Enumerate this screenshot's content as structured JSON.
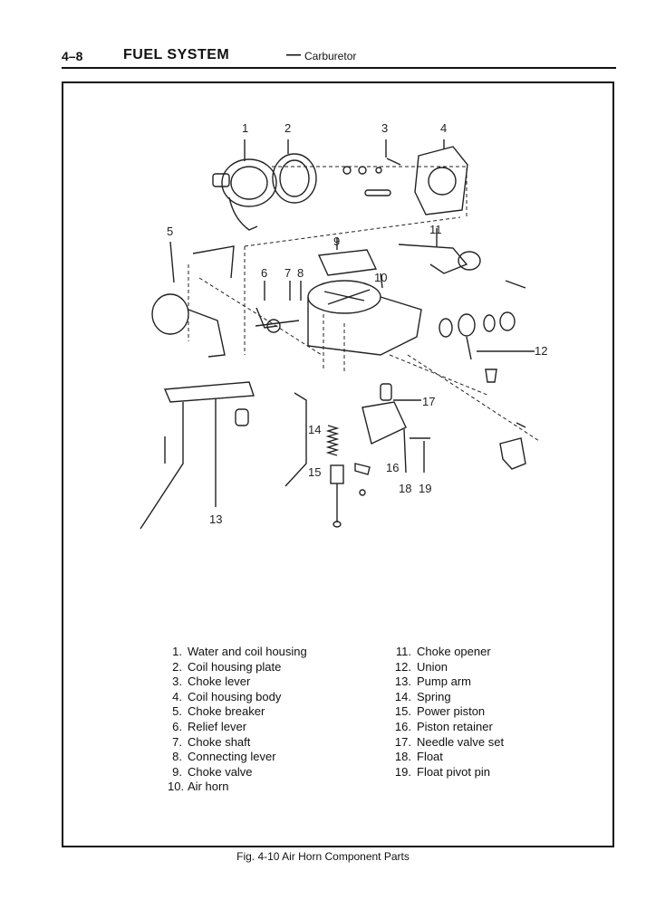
{
  "header": {
    "page_number": "4–8",
    "section": "FUEL SYSTEM",
    "dash": "—",
    "subsection": "Carburetor"
  },
  "diagram": {
    "callouts": [
      "1",
      "2",
      "3",
      "4",
      "5",
      "6",
      "7",
      "8",
      "9",
      "10",
      "11",
      "12",
      "13",
      "14",
      "15",
      "16",
      "17",
      "18",
      "19"
    ]
  },
  "legend": {
    "left": [
      {
        "num": "1.",
        "label": "Water and coil housing"
      },
      {
        "num": "2.",
        "label": "Coil housing plate"
      },
      {
        "num": "3.",
        "label": "Choke lever"
      },
      {
        "num": "4.",
        "label": "Coil housing body"
      },
      {
        "num": "5.",
        "label": "Choke breaker"
      },
      {
        "num": "6.",
        "label": "Relief lever"
      },
      {
        "num": "7.",
        "label": "Choke shaft"
      },
      {
        "num": "8.",
        "label": "Connecting lever"
      },
      {
        "num": "9.",
        "label": "Choke valve"
      },
      {
        "num": "10.",
        "label": "Air horn"
      }
    ],
    "right": [
      {
        "num": "11.",
        "label": "Choke opener"
      },
      {
        "num": "12.",
        "label": "Union"
      },
      {
        "num": "13.",
        "label": "Pump arm"
      },
      {
        "num": "14.",
        "label": "Spring"
      },
      {
        "num": "15.",
        "label": "Power piston"
      },
      {
        "num": "16.",
        "label": "Piston retainer"
      },
      {
        "num": "17.",
        "label": "Needle valve set"
      },
      {
        "num": "18.",
        "label": "Float"
      },
      {
        "num": "19.",
        "label": "Float pivot pin"
      }
    ]
  },
  "caption": "Fig. 4-10 Air Horn Component Parts"
}
